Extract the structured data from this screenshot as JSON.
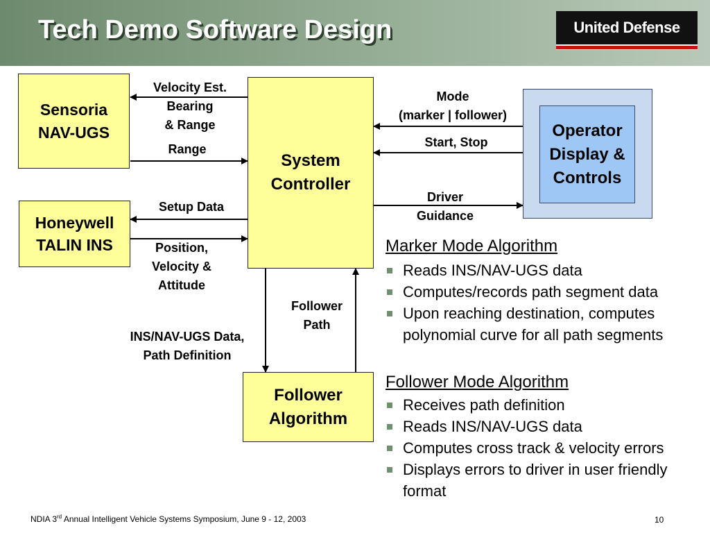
{
  "slide": {
    "title": "Tech Demo Software Design",
    "logo_text": "United Defense",
    "page_number": "10",
    "footer": {
      "pre": "NDIA 3",
      "sup": "rd",
      "post": " Annual Intelligent Vehicle Systems Symposium, June 9 - 12, 2003"
    }
  },
  "diagram": {
    "boxes": {
      "sensoria": [
        "Sensoria",
        "NAV-UGS"
      ],
      "honeywell": [
        "Honeywell",
        "TALIN INS"
      ],
      "system_controller": [
        "System",
        "Controller"
      ],
      "follower_algorithm": [
        "Follower",
        "Algorithm"
      ],
      "operator": [
        "Operator",
        "Display &",
        "Controls"
      ]
    },
    "labels": {
      "velocity_est": [
        "Velocity Est.",
        "Bearing",
        "& Range"
      ],
      "range": "Range",
      "setup_data": "Setup Data",
      "position": [
        "Position,",
        "Velocity &",
        "Attitude"
      ],
      "ins_data": [
        "INS/NAV-UGS Data,",
        "Path Definition"
      ],
      "follower_path": [
        "Follower",
        "Path"
      ],
      "mode": [
        "Mode",
        "(marker | follower)"
      ],
      "start_stop": "Start, Stop",
      "driver_guidance": [
        "Driver",
        "Guidance"
      ]
    }
  },
  "text_sections": {
    "marker": {
      "heading": "Marker Mode Algorithm",
      "bullets": [
        "Reads INS/NAV-UGS data",
        "Computes/records path segment data",
        "Upon reaching destination, computes polynomial curve for all path segments"
      ]
    },
    "follower": {
      "heading": "Follower Mode Algorithm",
      "bullets": [
        "Receives path definition",
        "Reads INS/NAV-UGS data",
        "Computes cross track & velocity errors",
        "Displays errors to driver in user friendly format"
      ]
    }
  },
  "colors": {
    "box_fill": "#ffff99",
    "operator_fill": "#9fc7f5",
    "bullet": "#6f8f6f",
    "logo_accent": "#cc1111"
  }
}
